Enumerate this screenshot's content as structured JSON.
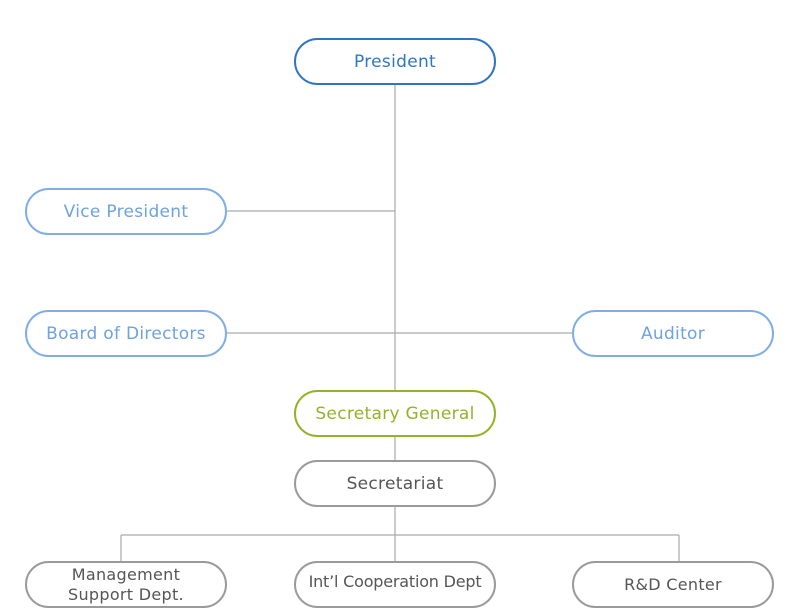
{
  "chart": {
    "nodes": {
      "president": "President",
      "vice_president": "Vice President",
      "board_of_directors": "Board of Directors",
      "auditor": "Auditor",
      "secretary_general": "Secretary General",
      "secretariat": "Secretariat",
      "management_support": "Management\nSupport Dept.",
      "intl_cooperation": "Int’l Cooperation Dept",
      "rnd_center": "R&D Center"
    },
    "colors": {
      "top_node": "#2e76c5",
      "advisory_nodes": "#6ea2e0",
      "secretary_general": "#93b327",
      "operational_nodes": "#9a9a9a",
      "connector": "#aaaaaa"
    }
  }
}
